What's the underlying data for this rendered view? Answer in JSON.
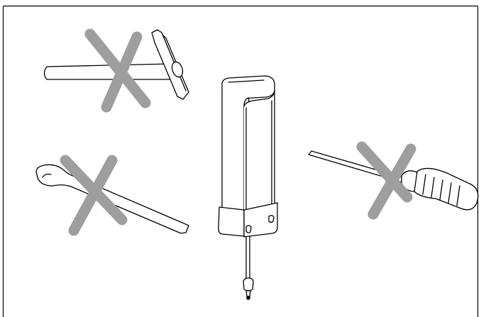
{
  "diagram": {
    "items": [
      {
        "tool": "hammer",
        "allowed": false
      },
      {
        "tool": "spatula",
        "allowed": false
      },
      {
        "tool": "screwdriver",
        "allowed": false
      },
      {
        "tool": "probe",
        "allowed": true
      }
    ],
    "colors": {
      "outline": "#000000",
      "cross": "#9e9e9e",
      "fill": "#ffffff",
      "frame": "#000000"
    }
  }
}
